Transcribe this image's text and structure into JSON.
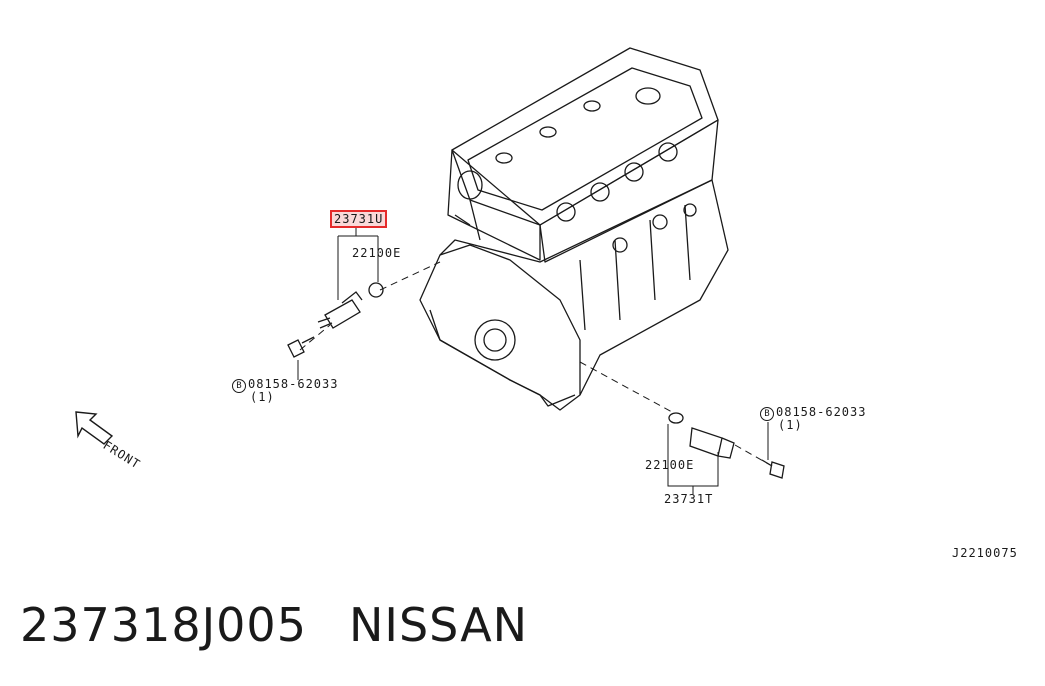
{
  "labels": {
    "part_highlighted": "23731U",
    "oring_upper": "22100E",
    "bolt_left_code": "B",
    "bolt_left": "08158-62033",
    "bolt_left_qty": "(1)",
    "bolt_right_code": "B",
    "bolt_right": "08158-62033",
    "bolt_right_qty": "(1)",
    "oring_lower": "22100E",
    "part_lower": "23731T",
    "front": "FRONT",
    "diagram_id": "J2210075"
  },
  "footer": {
    "part_number": "237318J005",
    "brand": "NISSAN"
  },
  "colors": {
    "highlight": "#e52b2b",
    "line": "#1a1a1a"
  }
}
